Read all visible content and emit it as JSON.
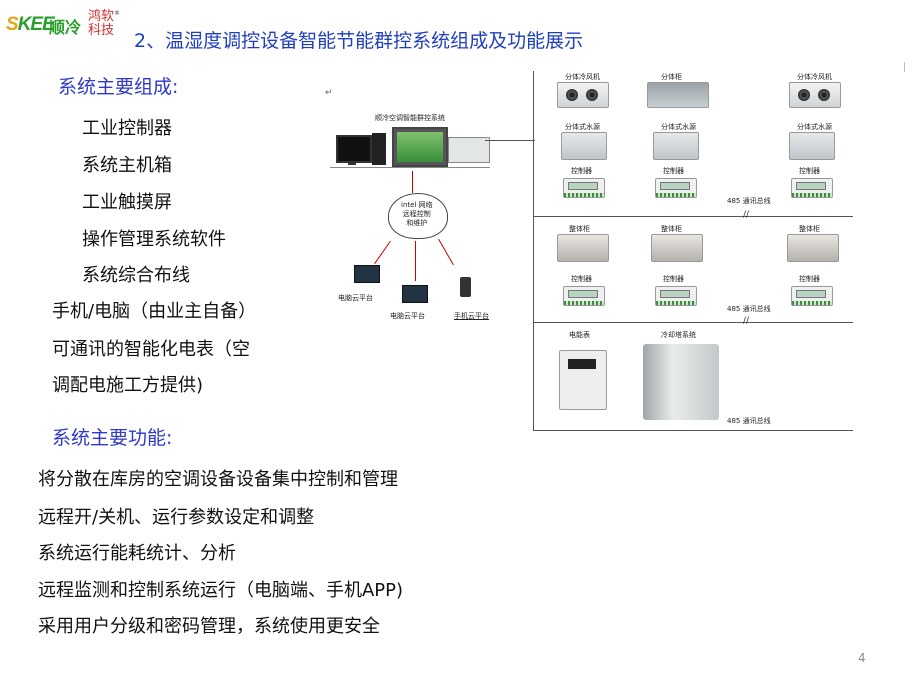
{
  "logo": {
    "brand_a": "S",
    "brand_b": "KEE",
    "brand_cn": "顺冷",
    "brand_cn2": "鸿软科技",
    "reg": "®"
  },
  "title": "2、温湿度调控设备智能节能群控系统组成及功能展示",
  "composition": {
    "heading": "系统主要组成:",
    "items": [
      "工业控制器",
      "系统主机箱",
      "工业触摸屏",
      "操作管理系统软件",
      "系统综合布线",
      "手机/电脑（由业主自备）",
      "可通讯的智能化电表（空",
      "调配电施工方提供)"
    ]
  },
  "functions": {
    "heading": "系统主要功能:",
    "items": [
      "将分散在库房的空调设备设备集中控制和管理",
      "远程开/关机、运行参数设定和调整",
      "系统运行能耗统计、分析",
      "远程监测和控制系统运行（电脑端、手机APP)",
      "采用用户分级和密码管理，系统使用更安全"
    ]
  },
  "diagram": {
    "host_label": "顺冷空调智能群控系统",
    "cloud_label": "intel 网络\n远程控制\n和维护",
    "pc1": "电脑云平台",
    "pc2": "电脑云平台",
    "phone": "手机云平台",
    "row1_top": [
      "分体冷风机",
      "分体柜",
      "分体冷风机"
    ],
    "row1_mid": [
      "分体式水源",
      "分体式水源",
      "分体式水源"
    ],
    "controller": "控制器",
    "bus": "485 通讯总线",
    "zhengti": "整体柜",
    "meter": "电能表",
    "tower": "冷却塔系统"
  },
  "page_number": "4"
}
